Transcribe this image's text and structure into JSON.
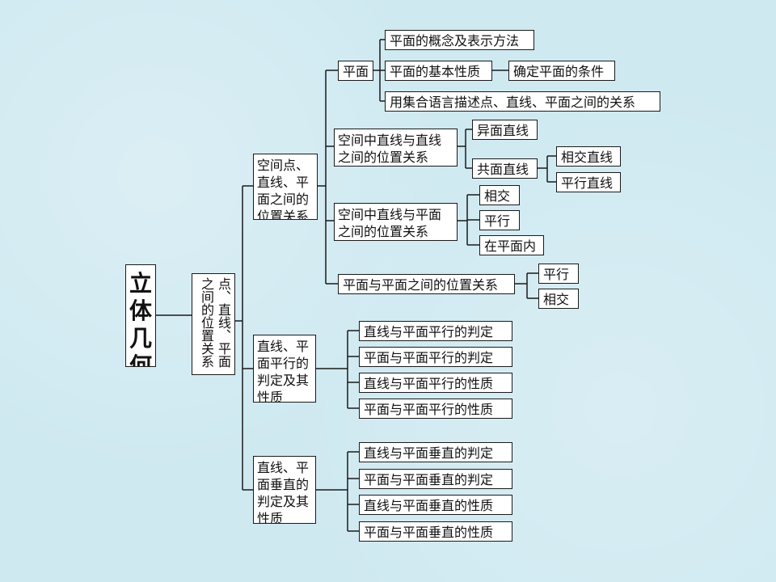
{
  "root": "立体几何",
  "level1": "点、直线、平面之间的位置关系",
  "level2": {
    "space_relations": "空间点、直线、平面之间的位置关系",
    "parallel": "直线、平面平行的判定及其性质",
    "perpendicular": "直线、平面垂直的判定及其性质"
  },
  "plane": {
    "label": "平面",
    "items": [
      "平面的概念及表示方法",
      "平面的基本性质",
      "用集合语言描述点、直线、平面之间的关系"
    ],
    "sub": "确定平面的条件"
  },
  "line_line": {
    "label": "空间中直线与直线之间的位置关系",
    "skew": "异面直线",
    "coplanar": "共面直线",
    "coplanar_items": [
      "相交直线",
      "平行直线"
    ]
  },
  "line_plane": {
    "label": "空间中直线与平面之间的位置关系",
    "items": [
      "相交",
      "平行",
      "在平面内"
    ]
  },
  "plane_plane": {
    "label": "平面与平面之间的位置关系",
    "items": [
      "平行",
      "相交"
    ]
  },
  "parallel_items": [
    "直线与平面平行的判定",
    "平面与平面平行的判定",
    "直线与平面平行的性质",
    "平面与平面平行的性质"
  ],
  "perpendicular_items": [
    "直线与平面垂直的判定",
    "平面与平面垂直的判定",
    "直线与平面垂直的性质",
    "平面与平面垂直的性质"
  ]
}
